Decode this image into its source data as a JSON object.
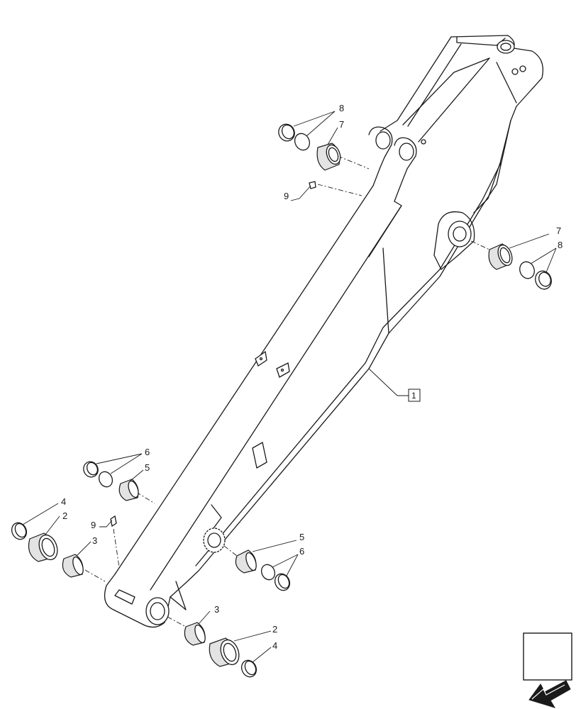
{
  "diagram": {
    "callouts": {
      "c1": "1",
      "c2a": "2",
      "c2b": "2",
      "c3a": "3",
      "c3b": "3",
      "c4a": "4",
      "c4b": "4",
      "c5a": "5",
      "c5b": "5",
      "c6a": "6",
      "c6b": "6",
      "c7a": "7",
      "c7b": "7",
      "c8a": "8",
      "c8b": "8",
      "c9a": "9",
      "c9b": "9"
    },
    "nav_icon": "navigation-arrow-icon"
  }
}
